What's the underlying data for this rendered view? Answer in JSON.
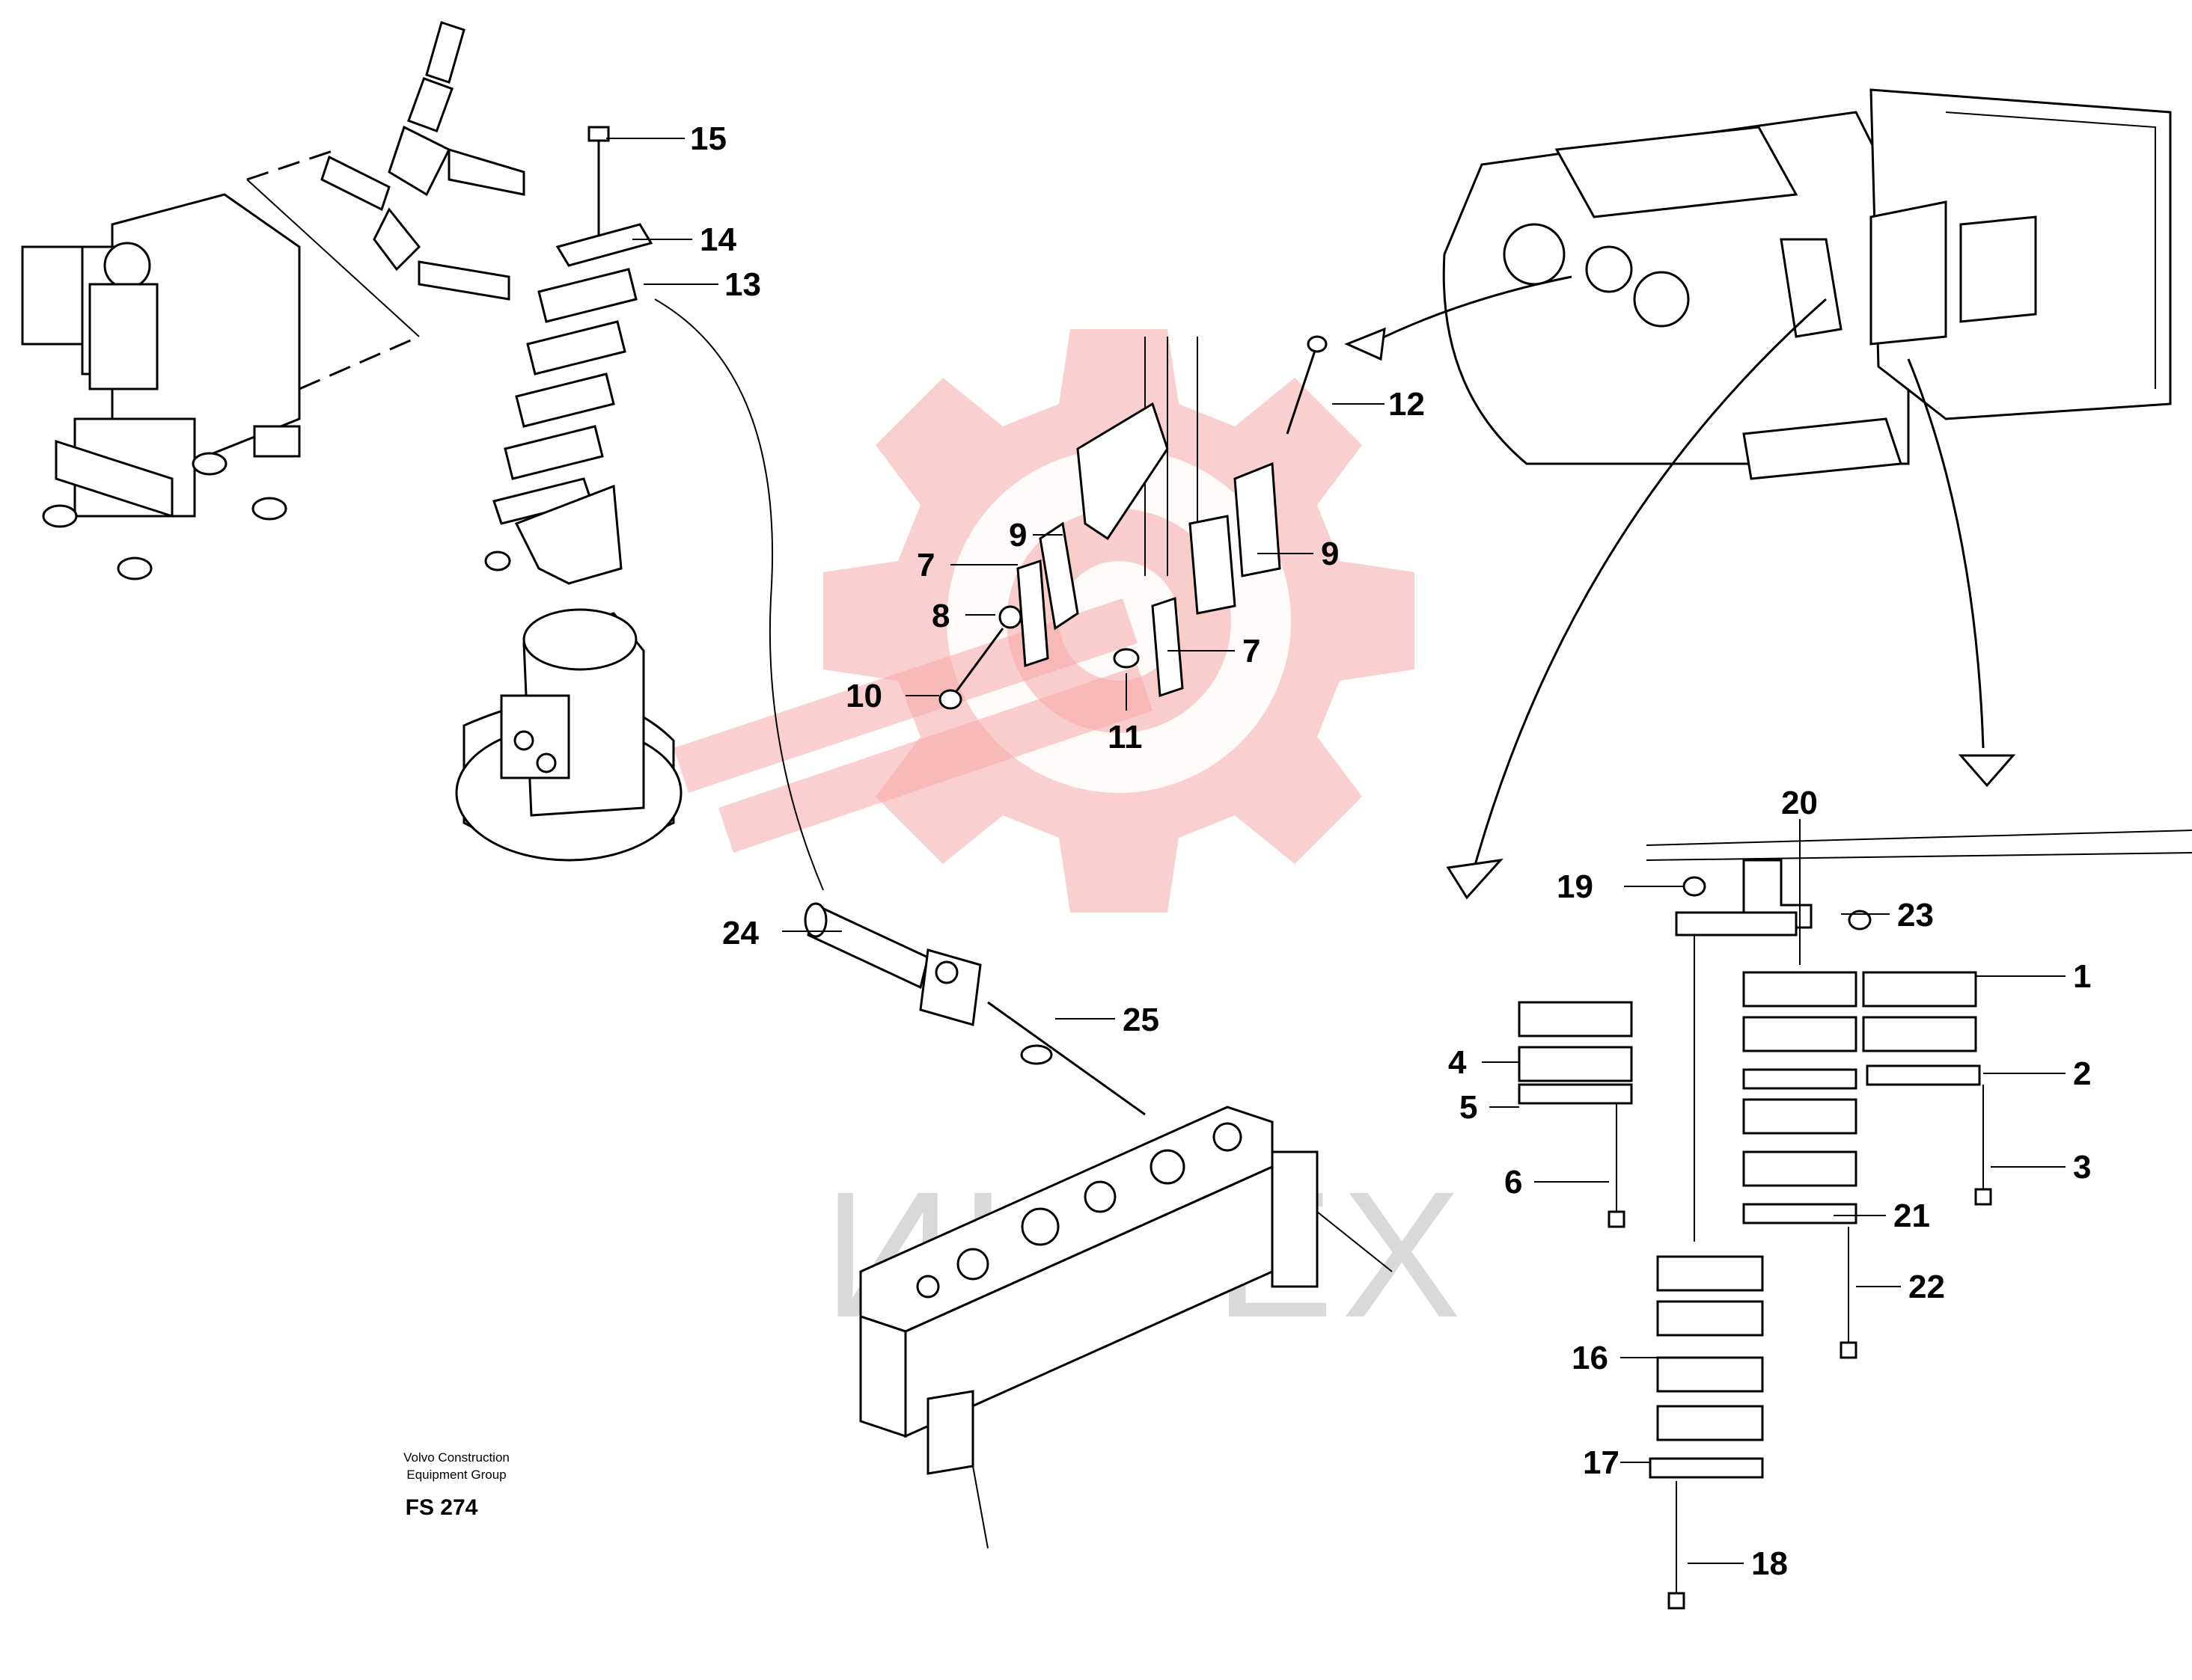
{
  "callouts": {
    "c1": "1",
    "c2": "2",
    "c3": "3",
    "c4": "4",
    "c5": "5",
    "c6": "6",
    "c7a": "7",
    "c7b": "7",
    "c8": "8",
    "c9a": "9",
    "c9b": "9",
    "c10": "10",
    "c11": "11",
    "c12": "12",
    "c13": "13",
    "c14": "14",
    "c15": "15",
    "c16": "16",
    "c17": "17",
    "c18": "18",
    "c19": "19",
    "c20": "20",
    "c21": "21",
    "c22": "22",
    "c23": "23",
    "c24": "24",
    "c25": "25"
  },
  "footer": {
    "company_line1": "Volvo Construction",
    "company_line2": "Equipment Group",
    "figure_code": "FS 274"
  },
  "watermark": {
    "text": "ИНТЕХ"
  }
}
